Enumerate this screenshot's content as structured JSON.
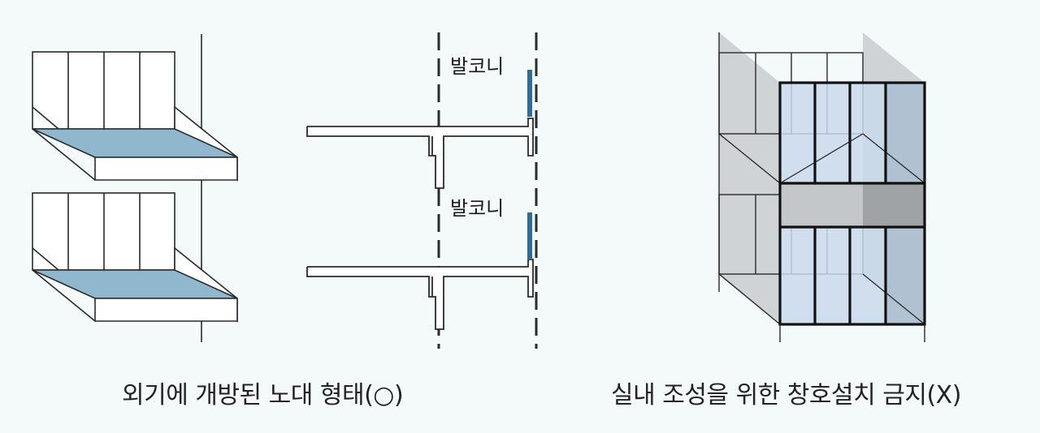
{
  "section_label": "발코니",
  "captions": {
    "allowed": "외기에 개방된 노대 형태(○)",
    "prohibited": "실내 조성을 위한 창호설치 금지(X)"
  },
  "colors": {
    "balcony_floor": "#8fb8cf",
    "glass": "#c9d9ea",
    "glass_dark": "#a9bccc",
    "wall_gray": "#d0d3d6",
    "rail_blue": "#2f6d96",
    "line": "#2a2a2a"
  }
}
